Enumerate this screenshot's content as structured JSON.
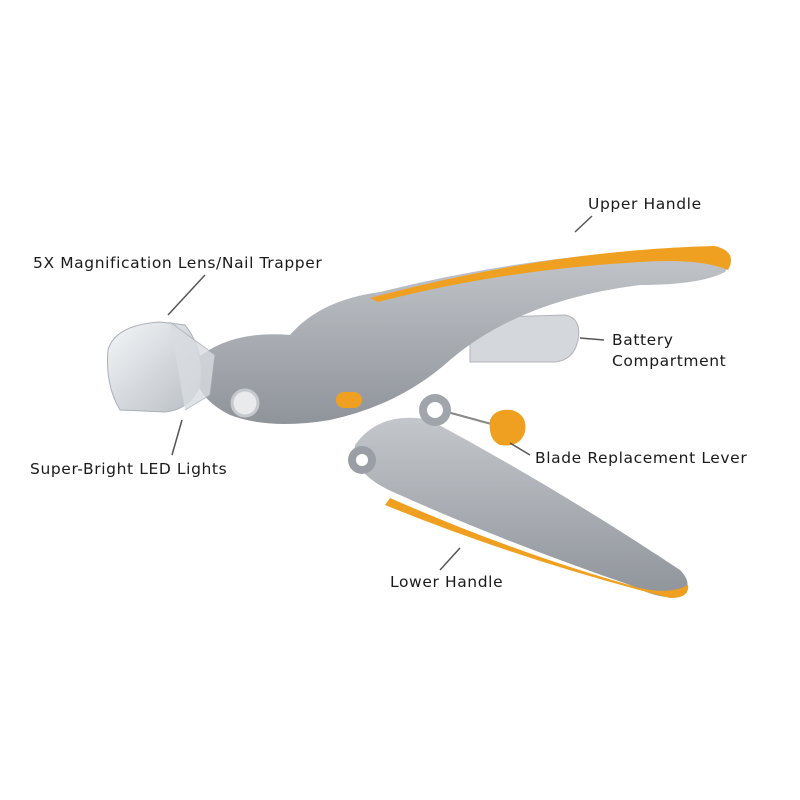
{
  "title": "Nail Clipper Parts Diagram",
  "labels": {
    "upper_handle": "Upper Handle",
    "lens": "5X Magnification Lens/Nail Trapper",
    "battery_line1": "Battery",
    "battery_line2": "Compartment",
    "led": "Super-Bright LED Lights",
    "blade_lever": "Blade Replacement Lever",
    "lower_handle": "Lower Handle"
  },
  "colors": {
    "body_gray": "#a9adb3",
    "accent_orange": "#f0a020",
    "leader_line": "#555555"
  }
}
